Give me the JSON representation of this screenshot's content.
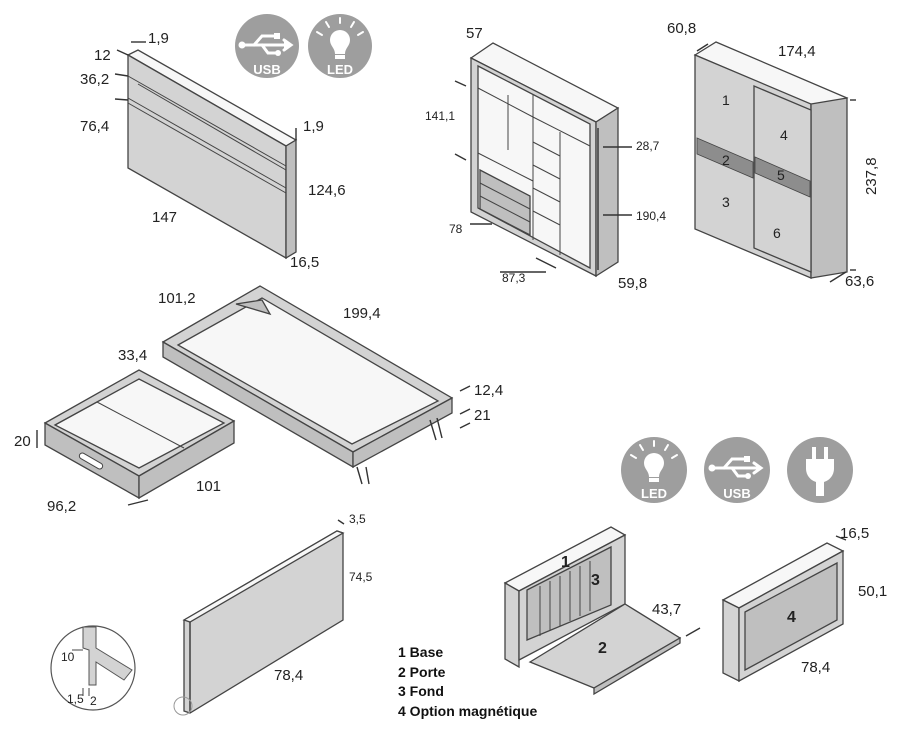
{
  "icons": {
    "usb_label": "USB",
    "led_label": "LED"
  },
  "headboard": {
    "dims": [
      "1,9",
      "12",
      "36,2",
      "76,4",
      "1,9",
      "124,6",
      "147",
      "16,5"
    ]
  },
  "wardrobe_open": {
    "dims": [
      "57",
      "141,1",
      "28,7",
      "190,4",
      "78",
      "87,3",
      "59,8"
    ]
  },
  "wardrobe_sliding": {
    "dims": [
      "60,8",
      "174,4",
      "237,8",
      "63,6"
    ],
    "panel_numbers": [
      "1",
      "2",
      "3",
      "4",
      "5",
      "6"
    ]
  },
  "bed_frame": {
    "dims": [
      "101,2",
      "199,4",
      "12,4",
      "21"
    ]
  },
  "drawer": {
    "dims": [
      "33,4",
      "20",
      "101",
      "96,2"
    ]
  },
  "panel_board": {
    "dims": [
      "3,5",
      "74,5",
      "78,4"
    ]
  },
  "detail_circle": {
    "dims": [
      "10",
      "1,5",
      "2"
    ]
  },
  "desk_open": {
    "dims": [
      "43,7"
    ],
    "labels": [
      "1",
      "2",
      "3"
    ]
  },
  "desk_closed": {
    "dims": [
      "16,5",
      "50,1",
      "78,4"
    ],
    "labels": [
      "4"
    ]
  },
  "legend": {
    "items": [
      "1 Base",
      "2 Porte",
      "3 Fond",
      "4 Option magnétique"
    ]
  }
}
